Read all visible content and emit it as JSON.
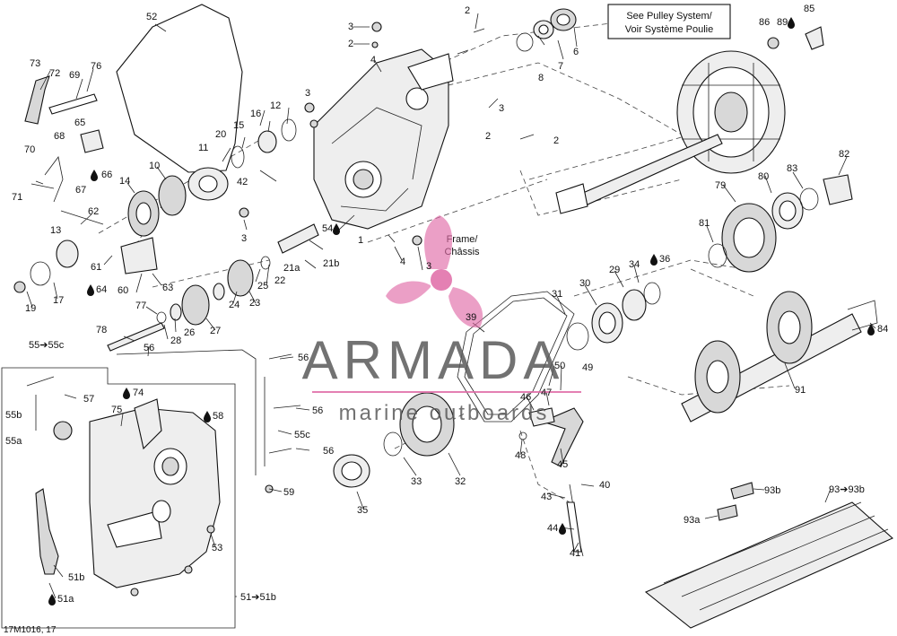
{
  "callouts": {
    "pulley": [
      "See Pulley System/",
      "Voir Système Poulie"
    ],
    "frame": [
      "Frame/",
      "Châssis"
    ]
  },
  "watermark": {
    "brand": "ARMADA",
    "sub": "marine outboards",
    "color_primary": "#e06aa6",
    "color_text": "#5a5a5a"
  },
  "footer": {
    "code": "17M1016, 17"
  },
  "drop_glyph": "💧",
  "labels": [
    {
      "id": "l52",
      "t": "52"
    },
    {
      "id": "l3a",
      "t": "3"
    },
    {
      "id": "l2a",
      "t": "2"
    },
    {
      "id": "l2b",
      "t": "2"
    },
    {
      "id": "l4a",
      "t": "4"
    },
    {
      "id": "l7",
      "t": "7"
    },
    {
      "id": "l6",
      "t": "6"
    },
    {
      "id": "l8",
      "t": "8"
    },
    {
      "id": "l86",
      "t": "86"
    },
    {
      "id": "l89",
      "t": "89"
    },
    {
      "id": "l85",
      "t": "85"
    },
    {
      "id": "l73",
      "t": "73"
    },
    {
      "id": "l72",
      "t": "72"
    },
    {
      "id": "l69",
      "t": "69"
    },
    {
      "id": "l76",
      "t": "76"
    },
    {
      "id": "l3b",
      "t": "3"
    },
    {
      "id": "l3c",
      "t": "3"
    },
    {
      "id": "l2c",
      "t": "2"
    },
    {
      "id": "l2d",
      "t": "2"
    },
    {
      "id": "l12",
      "t": "12"
    },
    {
      "id": "l16",
      "t": "16"
    },
    {
      "id": "l15",
      "t": "15"
    },
    {
      "id": "l20",
      "t": "20"
    },
    {
      "id": "l11",
      "t": "11"
    },
    {
      "id": "l65",
      "t": "65"
    },
    {
      "id": "l68",
      "t": "68"
    },
    {
      "id": "l70",
      "t": "70"
    },
    {
      "id": "l66",
      "t": "66"
    },
    {
      "id": "l67",
      "t": "67"
    },
    {
      "id": "l10",
      "t": "10"
    },
    {
      "id": "l42",
      "t": "42"
    },
    {
      "id": "l14",
      "t": "14"
    },
    {
      "id": "l71",
      "t": "71"
    },
    {
      "id": "l62",
      "t": "62"
    },
    {
      "id": "l3d",
      "t": "3"
    },
    {
      "id": "l54",
      "t": "54"
    },
    {
      "id": "l1",
      "t": "1"
    },
    {
      "id": "l13",
      "t": "13"
    },
    {
      "id": "l21a",
      "t": "21a"
    },
    {
      "id": "l21b",
      "t": "21b"
    },
    {
      "id": "l4b",
      "t": "4"
    },
    {
      "id": "l3e",
      "t": "3"
    },
    {
      "id": "l61",
      "t": "61"
    },
    {
      "id": "l64",
      "t": "64"
    },
    {
      "id": "l60",
      "t": "60"
    },
    {
      "id": "l63",
      "t": "63"
    },
    {
      "id": "l25",
      "t": "25"
    },
    {
      "id": "l22",
      "t": "22"
    },
    {
      "id": "l17",
      "t": "17"
    },
    {
      "id": "l19",
      "t": "19"
    },
    {
      "id": "l24",
      "t": "24"
    },
    {
      "id": "l23",
      "t": "23"
    },
    {
      "id": "l77",
      "t": "77"
    },
    {
      "id": "l26",
      "t": "26"
    },
    {
      "id": "l27",
      "t": "27"
    },
    {
      "id": "l28",
      "t": "28"
    },
    {
      "id": "l78",
      "t": "78"
    },
    {
      "id": "l56a",
      "t": "56"
    },
    {
      "id": "l56b",
      "t": "56"
    },
    {
      "id": "l56c",
      "t": "56"
    },
    {
      "id": "l56d",
      "t": "56"
    },
    {
      "id": "l55",
      "t": "55➔55c"
    },
    {
      "id": "l57",
      "t": "57"
    },
    {
      "id": "l55b",
      "t": "55b"
    },
    {
      "id": "l55a",
      "t": "55a"
    },
    {
      "id": "l74",
      "t": "74"
    },
    {
      "id": "l75",
      "t": "75"
    },
    {
      "id": "l58",
      "t": "58"
    },
    {
      "id": "l55c",
      "t": "55c"
    },
    {
      "id": "l59",
      "t": "59"
    },
    {
      "id": "l53",
      "t": "53"
    },
    {
      "id": "l51b",
      "t": "51b"
    },
    {
      "id": "l51a",
      "t": "51a"
    },
    {
      "id": "l51",
      "t": "51➔51b"
    },
    {
      "id": "l39",
      "t": "39"
    },
    {
      "id": "l31",
      "t": "31"
    },
    {
      "id": "l30",
      "t": "30"
    },
    {
      "id": "l29",
      "t": "29"
    },
    {
      "id": "l34",
      "t": "34"
    },
    {
      "id": "l36",
      "t": "36"
    },
    {
      "id": "l50",
      "t": "50"
    },
    {
      "id": "l49",
      "t": "49"
    },
    {
      "id": "l47",
      "t": "47"
    },
    {
      "id": "l46",
      "t": "46"
    },
    {
      "id": "l48",
      "t": "48"
    },
    {
      "id": "l45",
      "t": "45"
    },
    {
      "id": "l43",
      "t": "43"
    },
    {
      "id": "l40",
      "t": "40"
    },
    {
      "id": "l44",
      "t": "44"
    },
    {
      "id": "l41",
      "t": "41"
    },
    {
      "id": "l33",
      "t": "33"
    },
    {
      "id": "l32",
      "t": "32"
    },
    {
      "id": "l35",
      "t": "35"
    },
    {
      "id": "l79",
      "t": "79"
    },
    {
      "id": "l80",
      "t": "80"
    },
    {
      "id": "l83",
      "t": "83"
    },
    {
      "id": "l82",
      "t": "82"
    },
    {
      "id": "l81",
      "t": "81"
    },
    {
      "id": "l84",
      "t": "84"
    },
    {
      "id": "l91",
      "t": "91"
    },
    {
      "id": "l93b",
      "t": "93b"
    },
    {
      "id": "l93",
      "t": "93➔93b"
    },
    {
      "id": "l93a",
      "t": "93a"
    }
  ]
}
